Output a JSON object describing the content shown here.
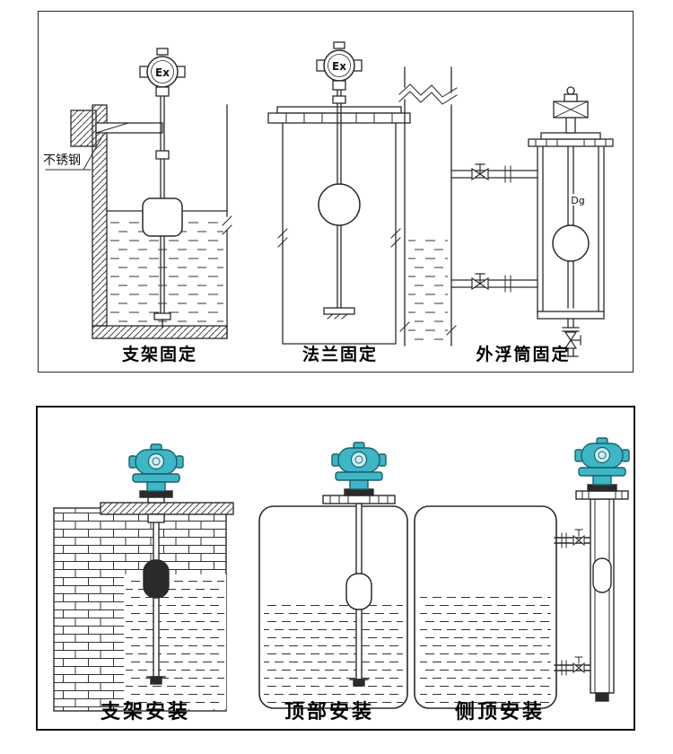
{
  "top_panel": {
    "material_label": "不锈钢",
    "ex_label": "Ex",
    "dg_label": "Dg",
    "figures": [
      {
        "caption": "支架固定"
      },
      {
        "caption": "法兰固定"
      },
      {
        "caption": "外浮筒固定"
      }
    ]
  },
  "bottom_panel": {
    "figures": [
      {
        "caption": "支架安装"
      },
      {
        "caption": "顶部安装"
      },
      {
        "caption": "侧顶安装"
      }
    ]
  },
  "colors": {
    "line": "#2a2a2a",
    "transmitter_teal": "#3db6c6",
    "transmitter_teal_dark": "#1b5f6b"
  }
}
